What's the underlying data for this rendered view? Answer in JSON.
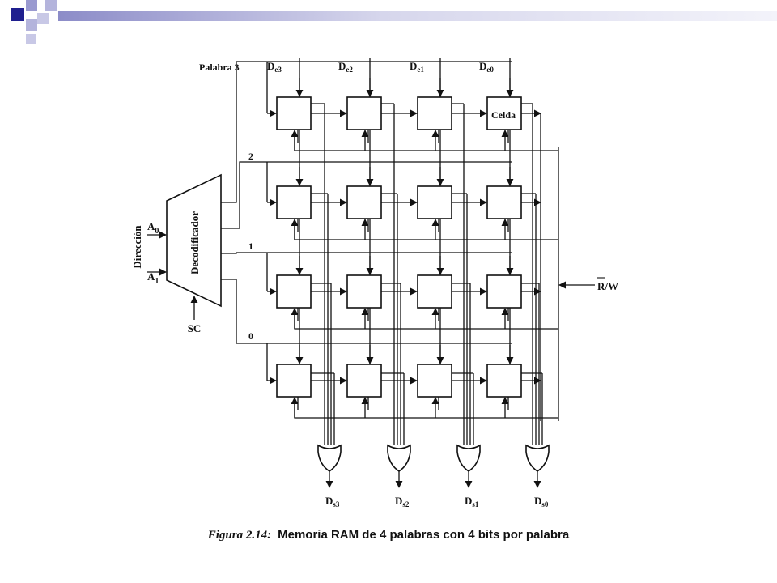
{
  "slide": {
    "caption_label": "Figura 2.14:",
    "caption_text": "Memoria RAM de 4 palabras con 4 bits por palabra",
    "colors": {
      "bar": "#1f1f8f",
      "bar_light": "#9a9ad0",
      "line": "#111111"
    }
  },
  "diagram": {
    "word_labels": [
      "Palabra 3",
      "2",
      "1",
      "0"
    ],
    "data_in": [
      {
        "base": "D",
        "sub": "e3"
      },
      {
        "base": "D",
        "sub": "e2"
      },
      {
        "base": "D",
        "sub": "e1"
      },
      {
        "base": "D",
        "sub": "e0"
      }
    ],
    "data_out": [
      {
        "base": "D",
        "sub": "s3"
      },
      {
        "base": "D",
        "sub": "s2"
      },
      {
        "base": "D",
        "sub": "s1"
      },
      {
        "base": "D",
        "sub": "s0"
      }
    ],
    "cell_label": "Celda",
    "decoder_label": "Decodificador",
    "address_label": "Dirección",
    "address_inputs": [
      {
        "base": "A",
        "sub": "0"
      },
      {
        "base": "A",
        "sub": "1"
      }
    ],
    "select_label": "SC",
    "rw_label": "R/W"
  }
}
